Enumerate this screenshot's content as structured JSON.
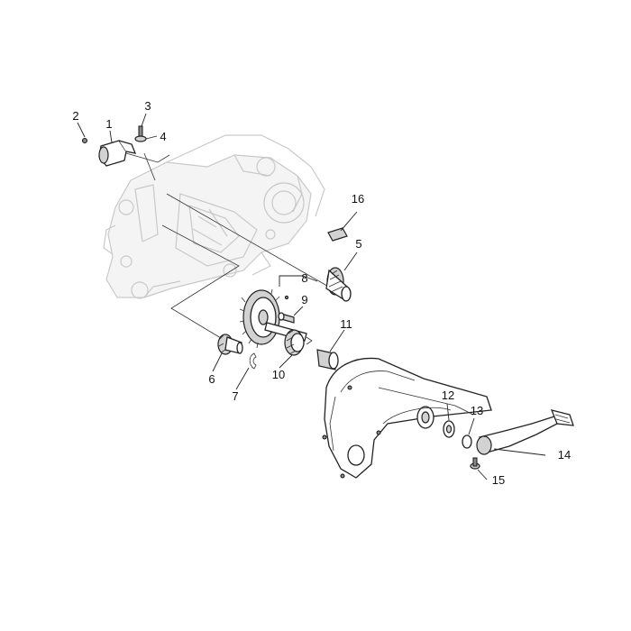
{
  "diagram": {
    "callouts": [
      {
        "id": "c1",
        "label": "1"
      },
      {
        "id": "c2",
        "label": "2"
      },
      {
        "id": "c3",
        "label": "3"
      },
      {
        "id": "c4",
        "label": "4"
      },
      {
        "id": "c5",
        "label": "5"
      },
      {
        "id": "c6",
        "label": "6"
      },
      {
        "id": "c7",
        "label": "7"
      },
      {
        "id": "c8",
        "label": "8"
      },
      {
        "id": "c9",
        "label": "9"
      },
      {
        "id": "c10",
        "label": "10"
      },
      {
        "id": "c11",
        "label": "11"
      },
      {
        "id": "c12",
        "label": "12"
      },
      {
        "id": "c13",
        "label": "13"
      },
      {
        "id": "c14",
        "label": "14"
      },
      {
        "id": "c15",
        "label": "15"
      },
      {
        "id": "c16",
        "label": "16"
      }
    ],
    "colors": {
      "line": "#222222",
      "ghost": "#c9c9c9",
      "fill": "#d2d2d2"
    }
  }
}
